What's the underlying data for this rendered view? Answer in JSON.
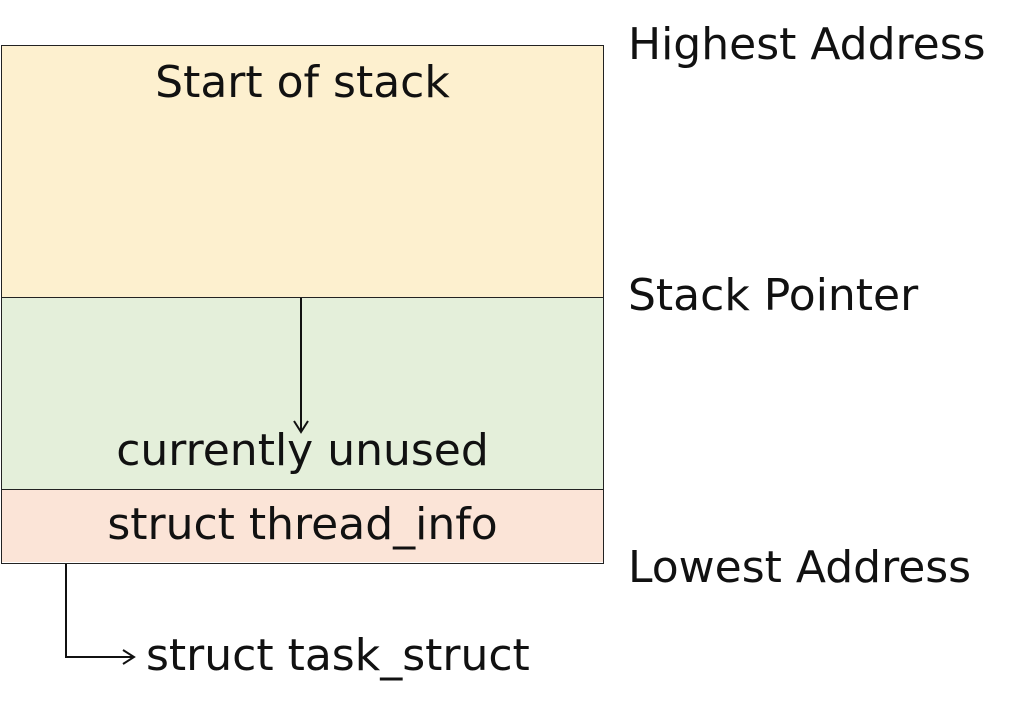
{
  "colors": {
    "start_of_stack": "#fdf0cf",
    "currently_unused": "#e4efda",
    "thread_info": "#fbe4d7",
    "border": "#222222",
    "text": "#111111"
  },
  "stack": {
    "start_label": "Start of stack",
    "unused_label": "currently unused",
    "thread_info_label": "struct thread_info"
  },
  "addresses": {
    "highest": "Highest Address",
    "stack_pointer": "Stack Pointer",
    "lowest": "Lowest Address"
  },
  "task_struct_label": "struct task_struct"
}
